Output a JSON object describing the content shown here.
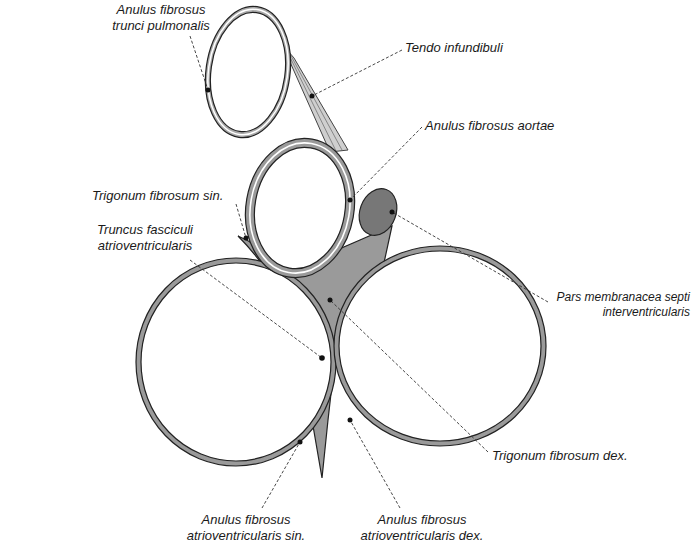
{
  "diagram": {
    "labels": [
      "Anulus fibrosus trunci pulmonalis",
      "Tendo infundibuli",
      "Anulus fibrosus aortae",
      "Trigonum fibrosum sin.",
      "Truncus fasciculi atrioventricularis",
      "Pars membranacea septi interventricularis",
      "Trigonum fibrosum dex.",
      "Anulus fibrosus atrioventricularis sin.",
      "Anulus fibrosus atrioventricularis dex."
    ]
  }
}
